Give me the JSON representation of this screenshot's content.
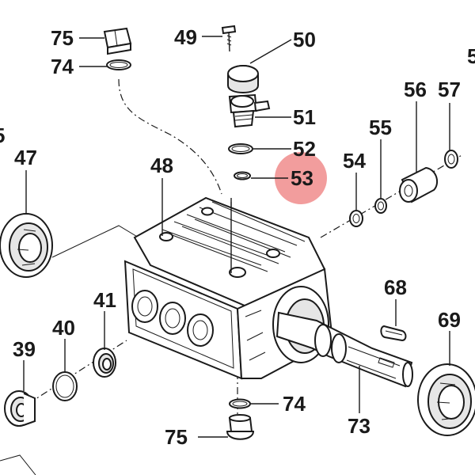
{
  "highlight_color": "#f08c8c",
  "labels": {
    "p75_top": "75",
    "p74_top": "74",
    "p49": "49",
    "p50": "50",
    "p51": "51",
    "p52": "52",
    "p53": "53",
    "p54": "54",
    "p55": "55",
    "p56": "56",
    "p57": "57",
    "p5_edge": "5",
    "p47": "47",
    "p48": "48",
    "p41": "41",
    "p40": "40",
    "p39": "39",
    "p68": "68",
    "p69": "69",
    "p73": "73",
    "p74_bottom": "74",
    "p75_bottom": "75",
    "p5_right": "5"
  }
}
